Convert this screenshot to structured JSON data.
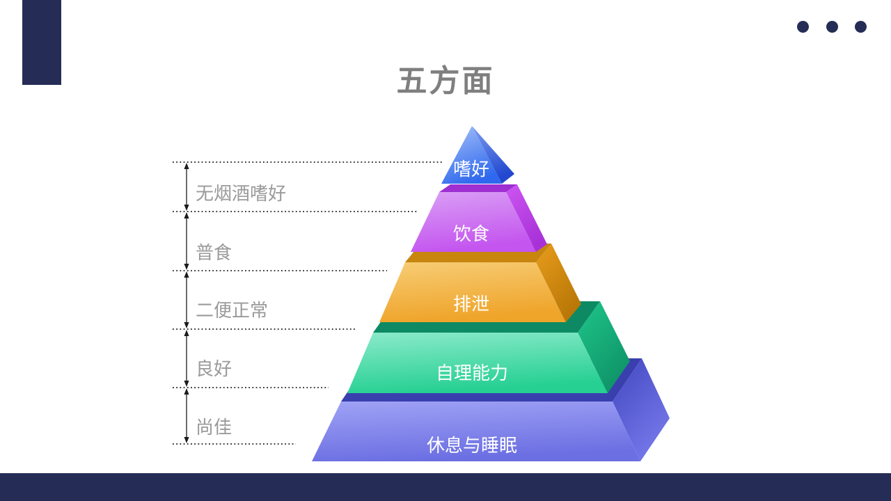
{
  "title": {
    "text": "五方面",
    "color": "#7f7f7f"
  },
  "decor": {
    "accent_color": "#252d57",
    "top_left_block": "navy-rectangle",
    "ellipsis_dots": 3,
    "footer": "navy-bar"
  },
  "pyramid": {
    "levels": [
      {
        "label": "嗜好",
        "front_color": "#3c74f0",
        "side_color": "#2a55d9"
      },
      {
        "label": "饮食",
        "front_color": "#c95ff0",
        "side_color": "#b13ae0"
      },
      {
        "label": "排泄",
        "front_color": "#f2b347",
        "side_color": "#d08a10"
      },
      {
        "label": "自理能力",
        "front_color": "#4cdba8",
        "side_color": "#15a876"
      },
      {
        "label": "休息与睡眠",
        "front_color": "#8286ec",
        "side_color": "#5256cf"
      }
    ]
  },
  "annotations": {
    "items": [
      {
        "label": "无烟酒嗜好"
      },
      {
        "label": "普食"
      },
      {
        "label": "二便正常"
      },
      {
        "label": "良好"
      },
      {
        "label": "尚佳"
      }
    ],
    "text_color": "#9a9a9a",
    "line_style": "dotted-black"
  }
}
